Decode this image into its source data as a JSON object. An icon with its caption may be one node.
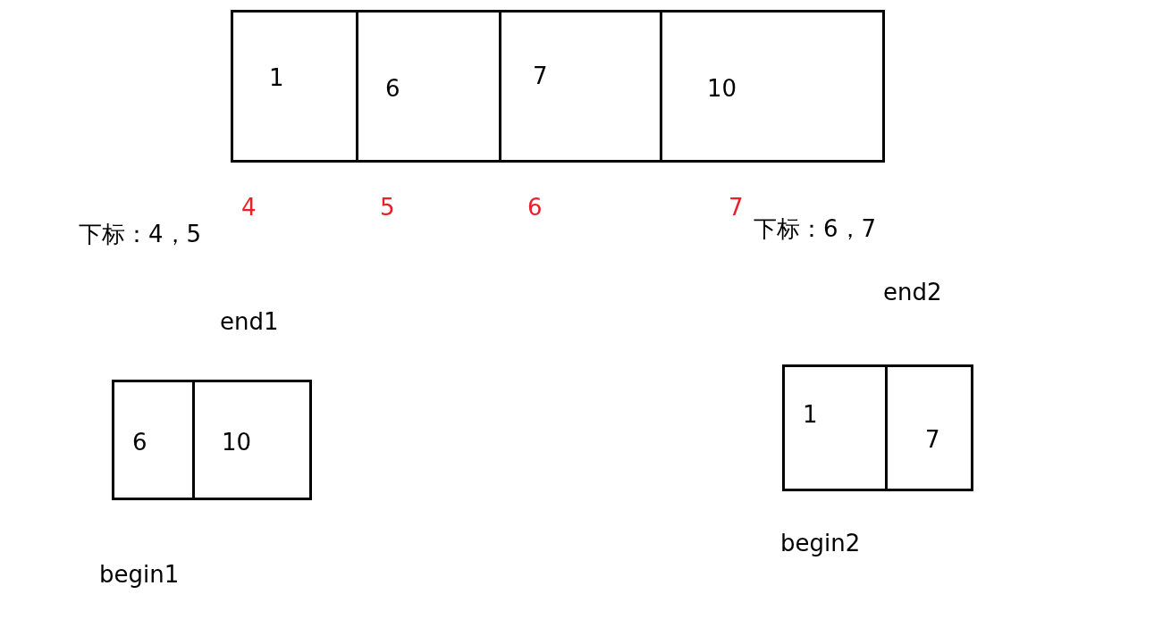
{
  "diagram": {
    "nodes": [
      {
        "text": [],
        "shape": "box"
      },
      {
        "text": [
          "1"
        ],
        "in": 0
      },
      {
        "text": [
          "6"
        ],
        "in": 0
      },
      {
        "text": [
          "7"
        ],
        "in": 0
      },
      {
        "text": [
          "10"
        ],
        "in": 0
      },
      {
        "text": [],
        "shape": "box"
      },
      {
        "text": [
          "6"
        ],
        "in": 5
      },
      {
        "text": [
          "10"
        ],
        "in": 5
      },
      {
        "text": [],
        "shape": "box"
      },
      {
        "text": [
          "1"
        ],
        "in": 8
      },
      {
        "text": [
          "7"
        ],
        "in": 8
      }
    ],
    "edges": [],
    "labels": [
      "4",
      "5",
      "6",
      "7",
      "下标：4，5",
      "下标：6，7",
      "end2",
      "end1",
      "begin2",
      "begin1"
    ]
  }
}
